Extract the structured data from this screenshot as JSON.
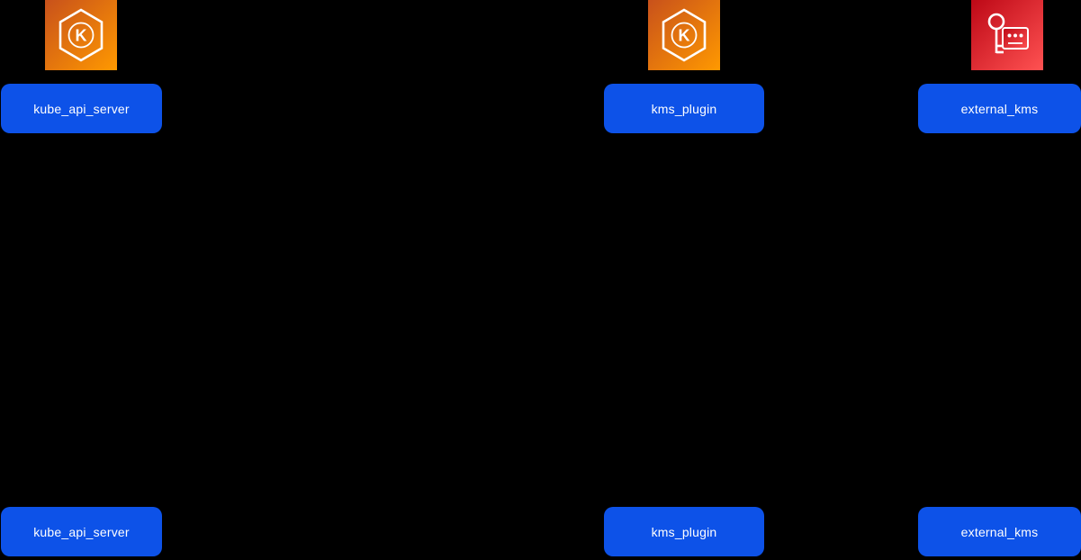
{
  "diagram": {
    "type": "sequence",
    "participants": [
      {
        "label": "kube_api_server",
        "icon": "eks-icon"
      },
      {
        "label": "kms_plugin",
        "icon": "eks-icon"
      },
      {
        "label": "external_kms",
        "icon": "kms-key-icon"
      }
    ],
    "colors": {
      "background": "#000000",
      "participant_box": "#0d52e8",
      "participant_text": "#ffffff",
      "eks_icon_gradient_start": "#C8511B",
      "eks_icon_gradient_end": "#FF9900",
      "kms_icon_gradient_start": "#BD0816",
      "kms_icon_gradient_end": "#FF5252",
      "icon_glyph": "#ffffff"
    }
  }
}
